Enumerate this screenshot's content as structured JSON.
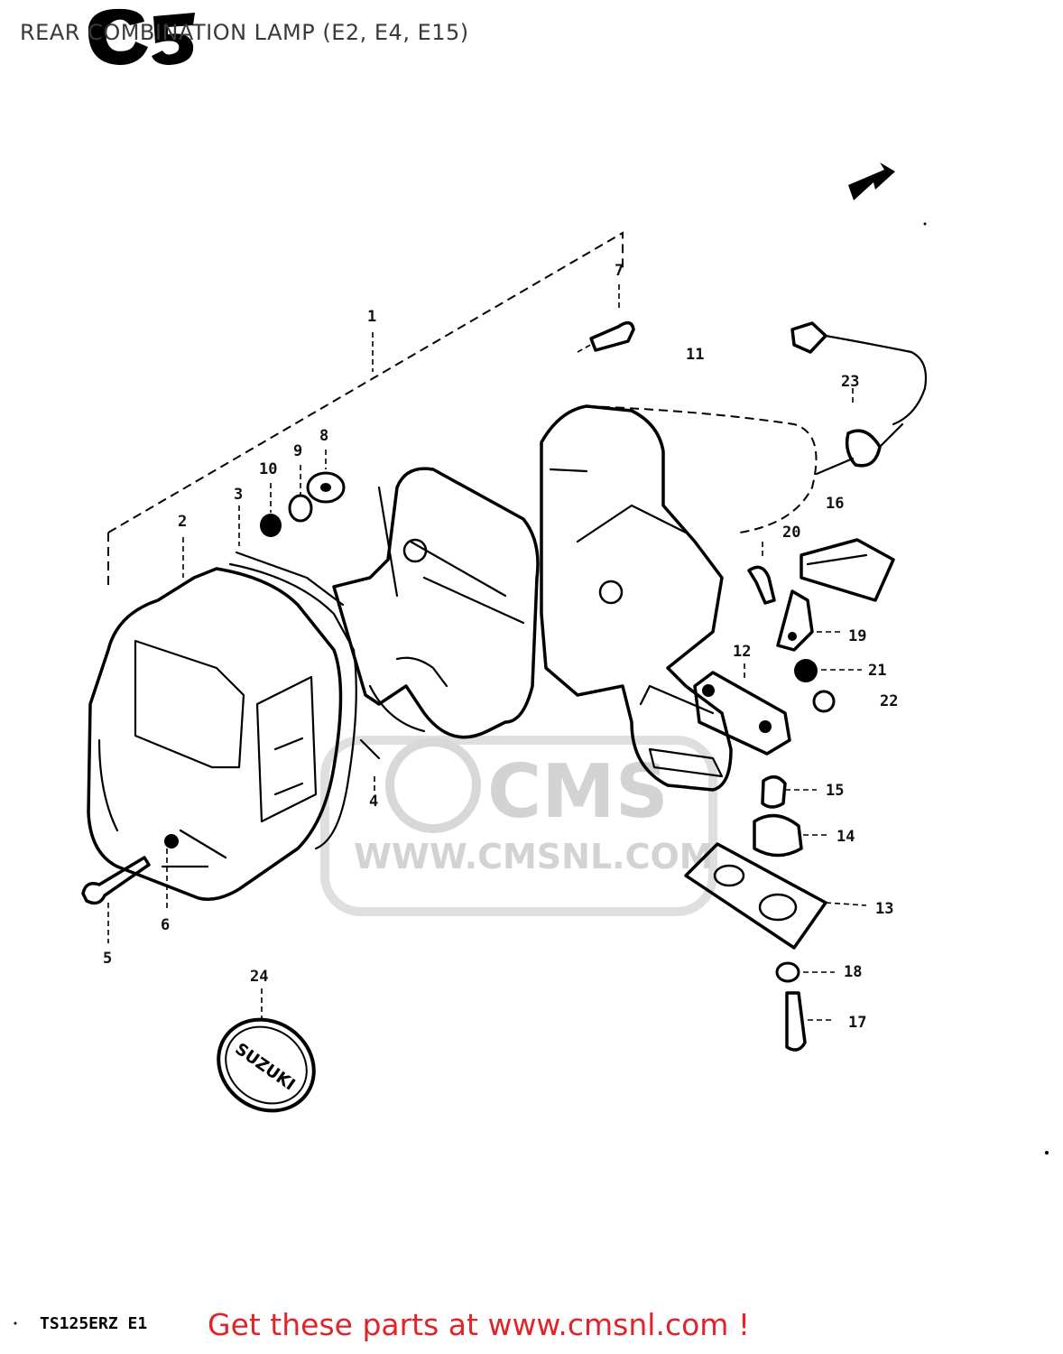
{
  "header": {
    "title": "REAR COMBINATION LAMP (E2, E4, E15)",
    "section_mark": "C5"
  },
  "diagram": {
    "callouts": [
      {
        "id": "1",
        "text": "1"
      },
      {
        "id": "2",
        "text": "2"
      },
      {
        "id": "3",
        "text": "3"
      },
      {
        "id": "4",
        "text": "4"
      },
      {
        "id": "5",
        "text": "5"
      },
      {
        "id": "6",
        "text": "6"
      },
      {
        "id": "7",
        "text": "7"
      },
      {
        "id": "8",
        "text": "8"
      },
      {
        "id": "9",
        "text": "9"
      },
      {
        "id": "10",
        "text": "10"
      },
      {
        "id": "11",
        "text": "11"
      },
      {
        "id": "12",
        "text": "12"
      },
      {
        "id": "13",
        "text": "13"
      },
      {
        "id": "14",
        "text": "14"
      },
      {
        "id": "15",
        "text": "15"
      },
      {
        "id": "16",
        "text": "16"
      },
      {
        "id": "17",
        "text": "17"
      },
      {
        "id": "18",
        "text": "18"
      },
      {
        "id": "19",
        "text": "19"
      },
      {
        "id": "20",
        "text": "20"
      },
      {
        "id": "21",
        "text": "21"
      },
      {
        "id": "22",
        "text": "22"
      },
      {
        "id": "23",
        "text": "23"
      },
      {
        "id": "24",
        "text": "24"
      }
    ],
    "emblem_text": "SUZUKI",
    "watermark": {
      "logo": "CMS",
      "url": "WWW.CMSNL.COM"
    }
  },
  "footer": {
    "diagram_code": "TS125ERZ E1",
    "cta": "Get these parts at www.cmsnl.com !",
    "cta_color": "#e0242a"
  }
}
